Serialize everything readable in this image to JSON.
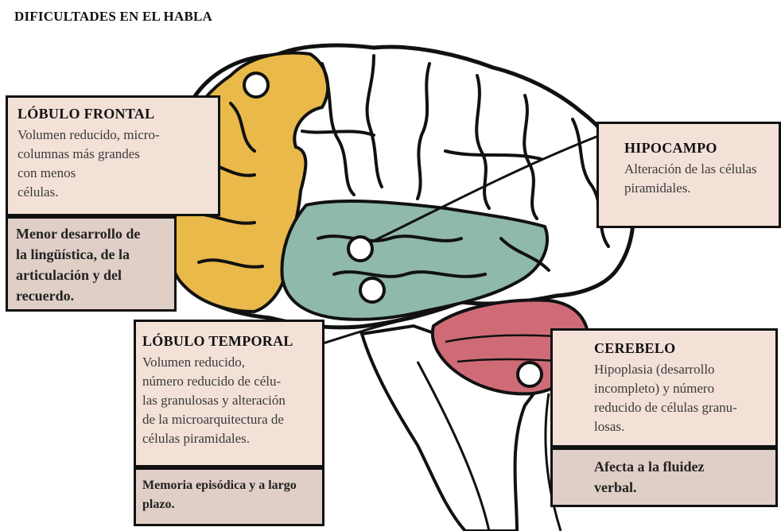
{
  "title": "DIFICULTADES EN EL HABLA",
  "frontal": {
    "heading": "LÓBULO FRONTAL",
    "body": "Volumen reducido, micro-\ncolumnas más grandes\ncon menos\ncélulas.",
    "note": "Menor desarrollo de\nla lingüística, de la\narticulación y del\nrecuerdo."
  },
  "hipocampo": {
    "heading": "HIPOCAMPO",
    "body": "Alteración de las células\npiramidales."
  },
  "temporal": {
    "heading": "LÓBULO TEMPORAL",
    "body": "Volumen reducido,\nnúmero reducido de célu-\nlas granulosas y alteración\nde la microarquitectura de\ncélulas piramidales.",
    "note": "Memoria episódica y a largo\nplazo."
  },
  "cerebelo": {
    "heading": "CEREBELO",
    "body": "Hipoplasia (desarrollo\nincompleto) y número\nreducido de células granu-\nlosas.",
    "note": "Afecta a la fluidez\nverbal."
  },
  "colors": {
    "frontal": "#e9b949",
    "temporal": "#8fb9a8",
    "cerebelo": "#cf6b77",
    "box_fill": "#f3e1d8",
    "note_fill": "#e0cfc6"
  }
}
